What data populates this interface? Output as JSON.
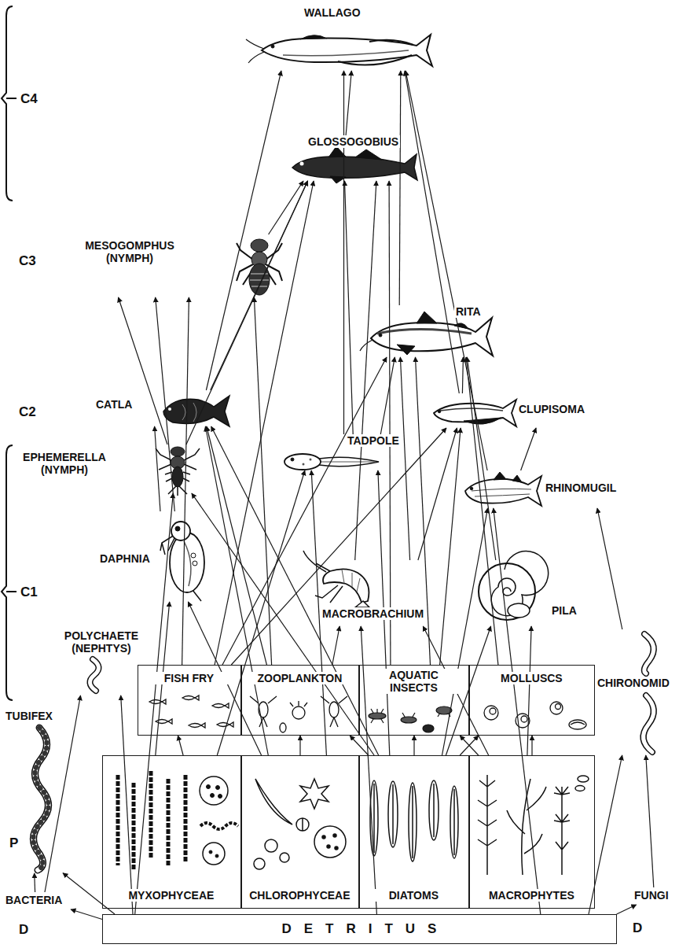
{
  "diagram": {
    "nodes": [
      {
        "text": [
          "WALLAGO"
        ]
      },
      {
        "text": [
          "GLOSSOGOBIUS"
        ]
      },
      {
        "text": [
          "MESOGOMPHUS (NYMPH)"
        ]
      },
      {
        "text": [
          "RITA"
        ]
      },
      {
        "text": [
          "CATLA"
        ]
      },
      {
        "text": [
          "CLUPISOMA"
        ]
      },
      {
        "text": [
          "EPHEMERELLA (NYMPH)"
        ]
      },
      {
        "text": [
          "TADPOLE"
        ]
      },
      {
        "text": [
          "RHINOMUGIL"
        ]
      },
      {
        "text": [
          "DAPHNIA"
        ]
      },
      {
        "text": [
          "MACROBRACHIUM"
        ]
      },
      {
        "text": [
          "PILA"
        ]
      },
      {
        "text": [
          "POLYCHAETE (NEPHTYS)"
        ]
      },
      {
        "text": [
          "TUBIFEX"
        ]
      },
      {
        "text": [
          "CHIRONOMID"
        ]
      },
      {
        "text": [
          "FISH FRY"
        ]
      },
      {
        "text": [
          "ZOOPLANKTON"
        ]
      },
      {
        "text": [
          "AQUATIC INSECTS"
        ]
      },
      {
        "text": [
          "MOLLUSCS"
        ]
      },
      {
        "text": [
          "MYXOPHYCEAE"
        ]
      },
      {
        "text": [
          "CHLOROPHYCEAE"
        ]
      },
      {
        "text": [
          "DIATOMS"
        ]
      },
      {
        "text": [
          "MACROPHYTES"
        ]
      },
      {
        "text": [
          "BACTERIA"
        ]
      },
      {
        "text": [
          "DETRITUS"
        ]
      },
      {
        "text": [
          "FUNGI"
        ]
      }
    ],
    "edges": [
      {
        "from": 1,
        "to": 0,
        "arrow": "to"
      },
      {
        "from": 3,
        "to": 0,
        "arrow": "to"
      },
      {
        "from": 4,
        "to": 0,
        "arrow": "to"
      },
      {
        "from": 5,
        "to": 0,
        "arrow": "to"
      },
      {
        "from": 8,
        "to": 0,
        "arrow": "to"
      },
      {
        "from": 7,
        "to": 0,
        "arrow": "to"
      },
      {
        "from": 2,
        "to": 1,
        "arrow": "to"
      },
      {
        "from": 4,
        "to": 1,
        "arrow": "to"
      },
      {
        "from": 6,
        "to": 1,
        "arrow": "to"
      },
      {
        "from": 7,
        "to": 1,
        "arrow": "to"
      },
      {
        "from": 10,
        "to": 1,
        "arrow": "to"
      },
      {
        "from": 15,
        "to": 1,
        "arrow": "to"
      },
      {
        "from": 17,
        "to": 1,
        "arrow": "to"
      },
      {
        "from": 6,
        "to": 2,
        "arrow": "to"
      },
      {
        "from": 9,
        "to": 2,
        "arrow": "to"
      },
      {
        "from": 16,
        "to": 2,
        "arrow": "to"
      },
      {
        "from": 15,
        "to": 2,
        "arrow": "to"
      },
      {
        "from": 5,
        "to": 3,
        "arrow": "to"
      },
      {
        "from": 7,
        "to": 3,
        "arrow": "to"
      },
      {
        "from": 10,
        "to": 3,
        "arrow": "to"
      },
      {
        "from": 11,
        "to": 3,
        "arrow": "to"
      },
      {
        "from": 15,
        "to": 3,
        "arrow": "to"
      },
      {
        "from": 17,
        "to": 3,
        "arrow": "to"
      },
      {
        "from": 18,
        "to": 3,
        "arrow": "to"
      },
      {
        "from": 16,
        "to": 4,
        "arrow": "to"
      },
      {
        "from": 20,
        "to": 4,
        "arrow": "to"
      },
      {
        "from": 21,
        "to": 4,
        "arrow": "to"
      },
      {
        "from": 9,
        "to": 4,
        "arrow": "to"
      },
      {
        "from": 8,
        "to": 5,
        "arrow": "to"
      },
      {
        "from": 10,
        "to": 5,
        "arrow": "to"
      },
      {
        "from": 15,
        "to": 5,
        "arrow": "to"
      },
      {
        "from": 17,
        "to": 5,
        "arrow": "to"
      },
      {
        "from": 21,
        "to": 6,
        "arrow": "to"
      },
      {
        "from": 24,
        "to": 6,
        "arrow": "to"
      },
      {
        "from": 19,
        "to": 7,
        "arrow": "to"
      },
      {
        "from": 20,
        "to": 7,
        "arrow": "to"
      },
      {
        "from": 21,
        "to": 7,
        "arrow": "to"
      },
      {
        "from": 24,
        "to": 8,
        "arrow": "to"
      },
      {
        "from": 21,
        "to": 8,
        "arrow": "to"
      },
      {
        "from": 14,
        "to": 8,
        "arrow": "to"
      },
      {
        "from": 20,
        "to": 9,
        "arrow": "to"
      },
      {
        "from": 19,
        "to": 9,
        "arrow": "to"
      },
      {
        "from": 16,
        "to": 10,
        "arrow": "to"
      },
      {
        "from": 22,
        "to": 10,
        "arrow": "to"
      },
      {
        "from": 24,
        "to": 10,
        "arrow": "to"
      },
      {
        "from": 22,
        "to": 11,
        "arrow": "to"
      },
      {
        "from": 21,
        "to": 11,
        "arrow": "to"
      },
      {
        "from": 24,
        "to": 12,
        "arrow": "to"
      },
      {
        "from": 23,
        "to": 12,
        "arrow": "to"
      },
      {
        "from": 23,
        "to": 13,
        "arrow": "to"
      },
      {
        "from": 24,
        "to": 13,
        "arrow": "to"
      },
      {
        "from": 25,
        "to": 14,
        "arrow": "to"
      },
      {
        "from": 24,
        "to": 14,
        "arrow": "to"
      },
      {
        "from": 19,
        "to": 15,
        "arrow": "to"
      },
      {
        "from": 20,
        "to": 16,
        "arrow": "to"
      },
      {
        "from": 21,
        "to": 16,
        "arrow": "to"
      },
      {
        "from": 21,
        "to": 17,
        "arrow": "to"
      },
      {
        "from": 22,
        "to": 17,
        "arrow": "to"
      },
      {
        "from": 22,
        "to": 18,
        "arrow": "to"
      },
      {
        "from": 21,
        "to": 18,
        "arrow": "to"
      },
      {
        "from": 24,
        "to": 23,
        "arrow": "to"
      },
      {
        "from": 24,
        "to": 25,
        "arrow": "to"
      }
    ],
    "labels": [
      "C4",
      "C3",
      "C2",
      "C1",
      "P",
      "D",
      "D"
    ]
  }
}
